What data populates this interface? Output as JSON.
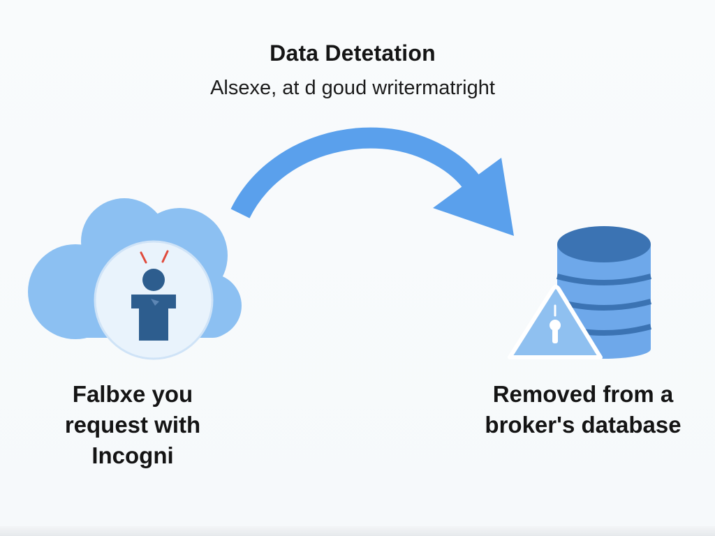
{
  "header": {
    "title": "Data Detetation",
    "subtitle": "Alsexe, at d goud writermatright"
  },
  "left_caption": {
    "lines": [
      "Falbxe you",
      "request with",
      "Incogni"
    ]
  },
  "right_caption": {
    "lines": [
      "Removed from a",
      "broker's database"
    ]
  },
  "icons": {
    "left": [
      "cloud-icon",
      "person-icon",
      "alert-marks-icon"
    ],
    "arrow": "curved-arrow-icon",
    "right": [
      "database-icon",
      "warning-icon",
      "keyhole-icon"
    ]
  },
  "colors": {
    "arrow": "#5aa0ec",
    "cloud": "#8cc0f2",
    "person_circle": "#e9f3fc",
    "person": "#2d5d8e",
    "alert_marks": "#e04a3c",
    "database_top": "#3b73b3",
    "database_bands": "#6ea8ea",
    "warning": "#8fc0f0"
  }
}
